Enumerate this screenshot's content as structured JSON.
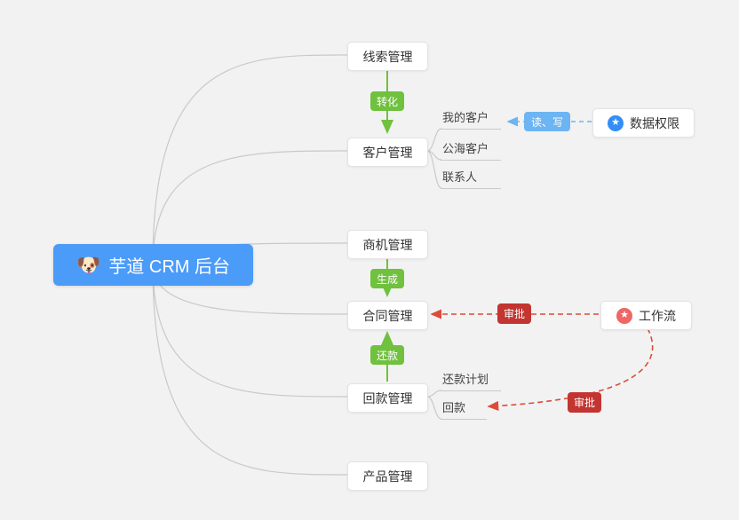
{
  "root": {
    "icon": "🐶",
    "label": "芋道 CRM 后台"
  },
  "nodes": {
    "leads": {
      "label": "线索管理"
    },
    "customer": {
      "label": "客户管理"
    },
    "business": {
      "label": "商机管理"
    },
    "contract": {
      "label": "合同管理"
    },
    "receivable": {
      "label": "回款管理"
    },
    "product": {
      "label": "产品管理"
    }
  },
  "customer_children": {
    "my_customer": {
      "label": "我的客户"
    },
    "public_customer": {
      "label": "公海客户"
    },
    "contact": {
      "label": "联系人"
    }
  },
  "receivable_children": {
    "repayment_plan": {
      "label": "还款计划"
    },
    "repayment": {
      "label": "回款"
    }
  },
  "side_nodes": {
    "data_permission": {
      "label": "数据权限",
      "icon": "star-icon",
      "glyph": "★"
    },
    "workflow": {
      "label": "工作流",
      "icon": "star-icon",
      "glyph": "★"
    }
  },
  "badges": {
    "convert": {
      "label": "转化"
    },
    "generate": {
      "label": "生成"
    },
    "repay": {
      "label": "还款"
    },
    "read_write": {
      "label": "读、写"
    },
    "approve_contract": {
      "label": "审批"
    },
    "approve_receivable": {
      "label": "审批"
    }
  },
  "colors": {
    "background": "#f2f2f2",
    "root_bg": "#4b9bf8",
    "green": "#6fc13e",
    "blue_badge": "#6db4f2",
    "red_badge": "#c23531",
    "red_line": "#dd4b39",
    "blue_line": "#6db4f2",
    "gray_line": "#c9c9c9",
    "icon_blue": "#338df7",
    "icon_red": "#ee6666",
    "node_text": "#333333"
  }
}
